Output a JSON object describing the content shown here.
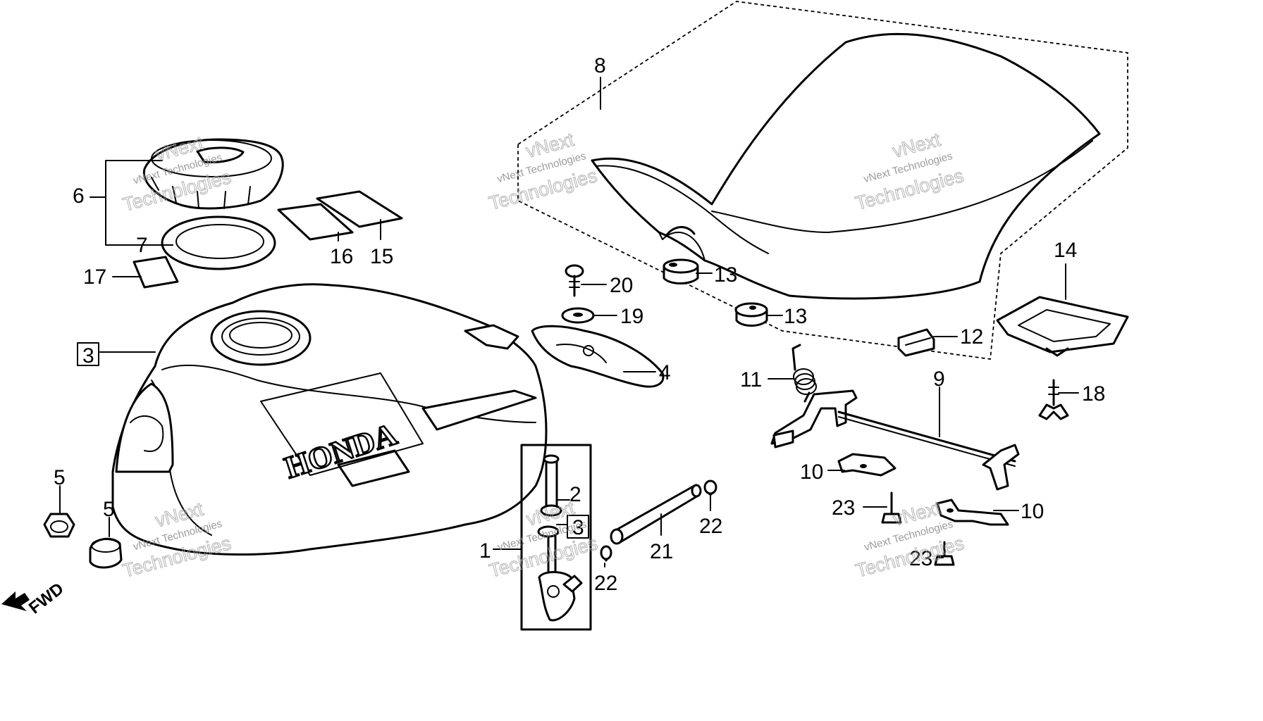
{
  "diagram": {
    "brand_lettering": "HONDA",
    "direction_label": "FWD",
    "watermark_line1": "vNext Technologies",
    "watermark_line2": "vNext",
    "watermark_line3": "Technologies"
  },
  "callouts": [
    {
      "id": "c1",
      "label": "1"
    },
    {
      "id": "c2",
      "label": "2"
    },
    {
      "id": "c3a",
      "label": "3"
    },
    {
      "id": "c3b",
      "label": "3"
    },
    {
      "id": "c4",
      "label": "4"
    },
    {
      "id": "c5a",
      "label": "5"
    },
    {
      "id": "c5b",
      "label": "5"
    },
    {
      "id": "c6",
      "label": "6"
    },
    {
      "id": "c7",
      "label": "7"
    },
    {
      "id": "c8",
      "label": "8"
    },
    {
      "id": "c9",
      "label": "9"
    },
    {
      "id": "c10a",
      "label": "10"
    },
    {
      "id": "c10b",
      "label": "10"
    },
    {
      "id": "c11",
      "label": "11"
    },
    {
      "id": "c12",
      "label": "12"
    },
    {
      "id": "c13a",
      "label": "13"
    },
    {
      "id": "c13b",
      "label": "13"
    },
    {
      "id": "c14",
      "label": "14"
    },
    {
      "id": "c15",
      "label": "15"
    },
    {
      "id": "c16",
      "label": "16"
    },
    {
      "id": "c17",
      "label": "17"
    },
    {
      "id": "c18",
      "label": "18"
    },
    {
      "id": "c19",
      "label": "19"
    },
    {
      "id": "c20",
      "label": "20"
    },
    {
      "id": "c21",
      "label": "21"
    },
    {
      "id": "c22a",
      "label": "22"
    },
    {
      "id": "c22b",
      "label": "22"
    },
    {
      "id": "c23a",
      "label": "23"
    },
    {
      "id": "c23b",
      "label": "23"
    }
  ]
}
